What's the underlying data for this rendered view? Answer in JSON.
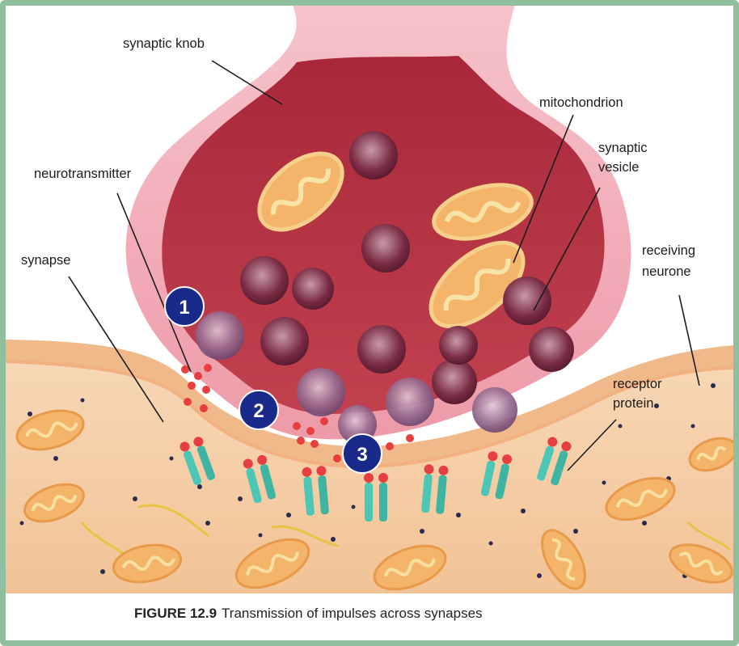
{
  "figure": {
    "caption_number": "FIGURE 12.9",
    "caption_text": "Transmission of impulses across synapses"
  },
  "labels": {
    "synaptic_knob": "synaptic knob",
    "mitochondrion": "mitochondrion",
    "synaptic_vesicle_line1": "synaptic",
    "synaptic_vesicle_line2": "vesicle",
    "neurotransmitter": "neurotransmitter",
    "synapse": "synapse",
    "receiving_neurone_line1": "receiving",
    "receiving_neurone_line2": "neurone",
    "receptor_protein_line1": "receptor",
    "receptor_protein_line2": "protein"
  },
  "steps": [
    "1",
    "2",
    "3"
  ],
  "colors": {
    "frame": "#8fbf9f",
    "knob_outer": "#f2a7b3",
    "knob_inner": "#b8303f",
    "receiving_neurone": "#f6cfa6",
    "receptor": "#4cc7b5",
    "neurotransmitter": "#e5403f",
    "step_badge": "#1a2a8a",
    "mitochondrion": "#f2a640"
  }
}
